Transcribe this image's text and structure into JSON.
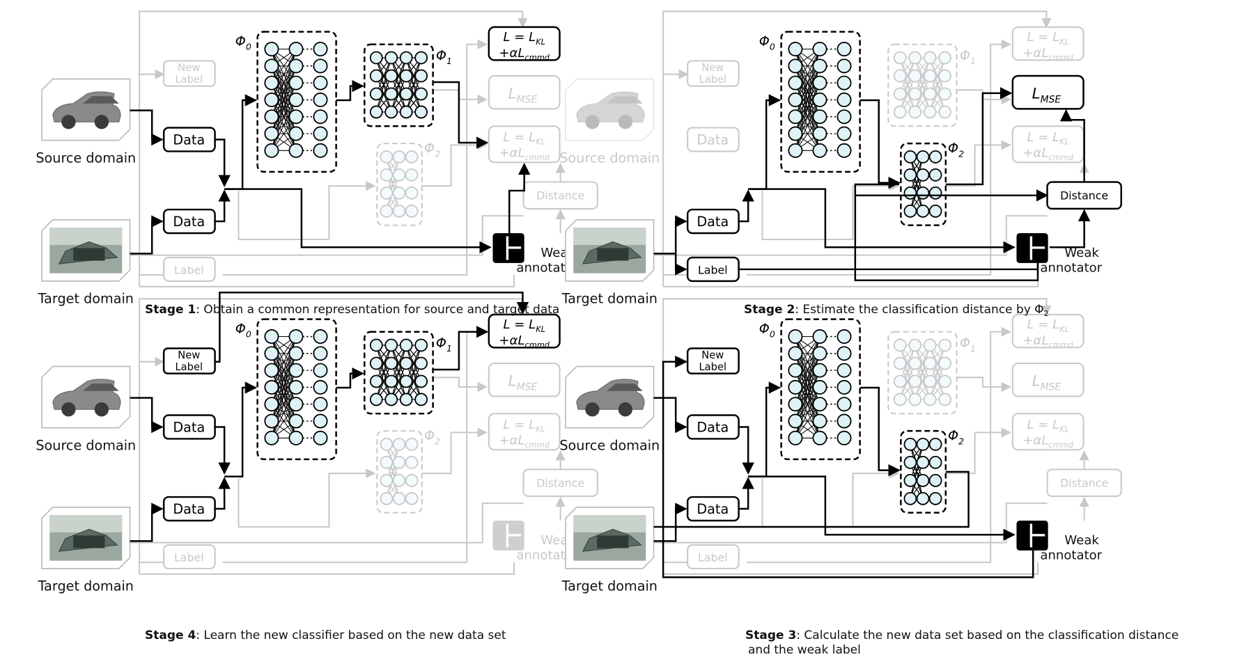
{
  "panels": [
    {
      "id": "stage1",
      "caption_bold": "Stage 1",
      "caption_rest": ": Obtain a common representation  for source and target data",
      "source_domain_label": "Source domain",
      "target_domain_label": "Target domain",
      "new_label": [
        "New",
        "Label"
      ],
      "data_label": "Data",
      "label_box": "Label",
      "phi0": "Φ",
      "phi0_sub": "0",
      "phi1": "Φ",
      "phi1_sub": "1",
      "phi2": "Φ",
      "phi2_sub": "2",
      "loss_kl_line1": "L = L",
      "loss_kl_sub": "KL",
      "loss_kl_line2": "+αL",
      "loss_kl_sub2": "cmmd",
      "loss_mse": "L",
      "loss_mse_sub": "MSE",
      "distance_label": "Distance",
      "weak_annotator": [
        "Weak",
        "annotator"
      ]
    },
    {
      "id": "stage2",
      "caption_bold": "Stage 2",
      "caption_rest": ": Estimate the classification distance by Φ",
      "caption_sub": "2",
      "source_domain_label": "Source domain",
      "target_domain_label": "Target domain",
      "new_label": [
        "New",
        "Label"
      ],
      "data_label": "Data",
      "label_box": "Label",
      "phi0": "Φ",
      "phi0_sub": "0",
      "phi1": "Φ",
      "phi1_sub": "1",
      "phi2": "Φ",
      "phi2_sub": "2",
      "loss_kl_line1": "L = L",
      "loss_kl_sub": "KL",
      "loss_kl_line2": "+αL",
      "loss_kl_sub2": "cmmd",
      "loss_mse": "L",
      "loss_mse_sub": "MSE",
      "distance_label": "Distance",
      "weak_annotator": [
        "Weak",
        "annotator"
      ]
    },
    {
      "id": "stage4",
      "caption_bold": "Stage 4",
      "caption_rest": ": Learn the new classifier based on the new data set",
      "source_domain_label": "Source domain",
      "target_domain_label": "Target domain",
      "new_label": [
        "New",
        "Label"
      ],
      "data_label": "Data",
      "label_box": "Label",
      "phi0": "Φ",
      "phi0_sub": "0",
      "phi1": "Φ",
      "phi1_sub": "1",
      "phi2": "Φ",
      "phi2_sub": "2",
      "loss_kl_line1": "L = L",
      "loss_kl_sub": "KL",
      "loss_kl_line2": "+αL",
      "loss_kl_sub2": "cmmd",
      "loss_mse": "L",
      "loss_mse_sub": "MSE",
      "distance_label": "Distance",
      "weak_annotator": [
        "Weak",
        "annotator"
      ]
    },
    {
      "id": "stage3",
      "caption_bold": "Stage 3",
      "caption_rest": ": Calculate the new data set based on the classification distance",
      "caption_line2": "and the weak label",
      "source_domain_label": "Source domain",
      "target_domain_label": "Target domain",
      "new_label": [
        "New",
        "Label"
      ],
      "data_label": "Data",
      "label_box": "Label",
      "phi0": "Φ",
      "phi0_sub": "0",
      "phi1": "Φ",
      "phi1_sub": "1",
      "phi2": "Φ",
      "phi2_sub": "2",
      "loss_kl_line1": "L = L",
      "loss_kl_sub": "KL",
      "loss_kl_line2": "+αL",
      "loss_kl_sub2": "cmmd",
      "loss_mse": "L",
      "loss_mse_sub": "MSE",
      "distance_label": "Distance",
      "weak_annotator": [
        "Weak",
        "annotator"
      ]
    }
  ],
  "active": {
    "stage1": {
      "new_label": false,
      "source": true,
      "src_data": true,
      "tgt_data": true,
      "label": false,
      "phi0": true,
      "phi1": true,
      "phi2": false,
      "kl": true,
      "mse": false,
      "kl2": false,
      "distance": false,
      "annotator": true
    },
    "stage2": {
      "new_label": false,
      "source": false,
      "src_data": false,
      "tgt_data": true,
      "label": true,
      "phi0": true,
      "phi1": false,
      "phi2": true,
      "kl": false,
      "mse": true,
      "kl2": false,
      "distance": true,
      "annotator": true
    },
    "stage4": {
      "new_label": true,
      "source": true,
      "src_data": true,
      "tgt_data": true,
      "label": false,
      "phi0": true,
      "phi1": true,
      "phi2": false,
      "kl": true,
      "mse": false,
      "kl2": false,
      "distance": false,
      "annotator": false
    },
    "stage3": {
      "new_label": true,
      "source": true,
      "src_data": true,
      "tgt_data": true,
      "label": false,
      "phi0": true,
      "phi1": false,
      "phi2": true,
      "kl": false,
      "mse": false,
      "kl2": false,
      "distance": false,
      "annotator": true
    }
  },
  "colors": {
    "active": "#000000",
    "inactive": "#c8c8c8",
    "node_fill": "#dff3f7",
    "car_source": "#8a8a8a",
    "car_target": "#5b6a63"
  }
}
